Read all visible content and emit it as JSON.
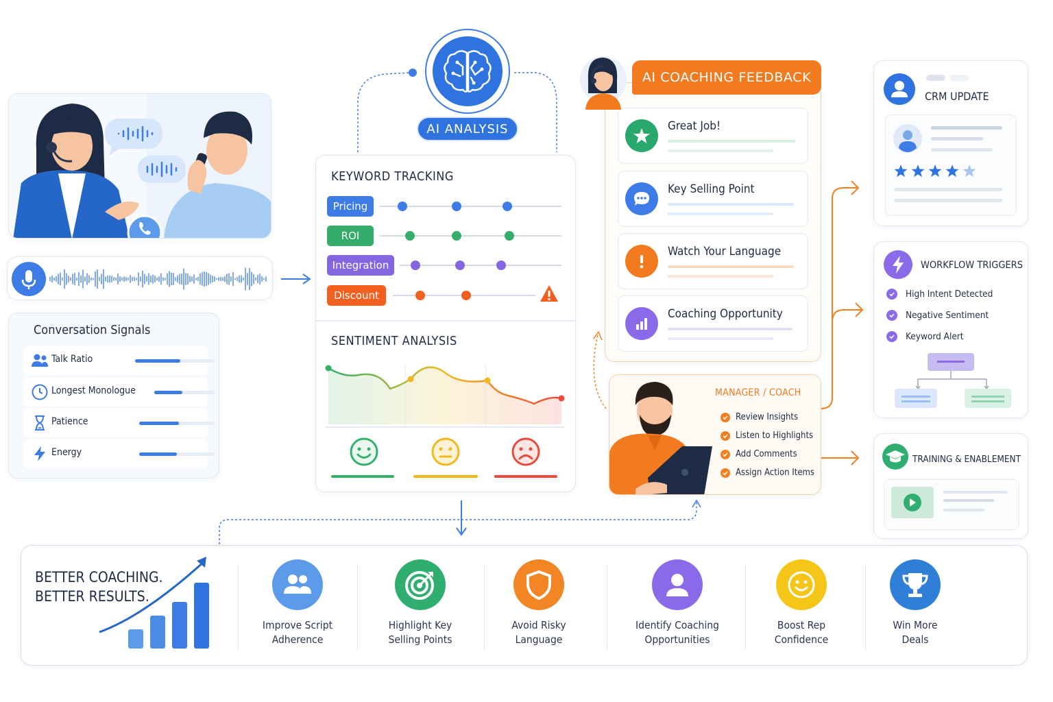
{
  "analysis": {
    "label": "AI ANALYSIS"
  },
  "coaching_feedback": {
    "header": "AI COACHING FEEDBACK",
    "items": [
      {
        "title": "Great Job!",
        "icon": "star-icon",
        "color": "#28a86c"
      },
      {
        "title": "Key Selling Point",
        "icon": "chat-bubble-icon",
        "color": "#3d7be6"
      },
      {
        "title": "Watch Your Language",
        "icon": "exclamation-icon",
        "color": "#f27a1f"
      },
      {
        "title": "Coaching Opportunity",
        "icon": "bar-chart-icon",
        "color": "#8a6ae8"
      }
    ]
  },
  "keyword_tracking": {
    "title": "KEYWORD TRACKING",
    "keywords": [
      {
        "label": "Pricing",
        "color": "#3d7be6"
      },
      {
        "label": "ROI",
        "color": "#35ad6a"
      },
      {
        "label": "Integration",
        "color": "#8366e0"
      },
      {
        "label": "Discount",
        "color": "#f2601f"
      }
    ]
  },
  "sentiment_analysis": {
    "title": "SENTIMENT ANALYSIS",
    "faces": [
      {
        "name": "happy-face-icon",
        "color": "#35b06a"
      },
      {
        "name": "neutral-face-icon",
        "color": "#f2b81f"
      },
      {
        "name": "sad-face-icon",
        "color": "#ea4a3c"
      }
    ]
  },
  "conversation_signals": {
    "title": "Conversation Signals",
    "items": [
      {
        "label": "Talk Ratio",
        "icon": "people-icon",
        "level": 0.57
      },
      {
        "label": "Longest Monologue",
        "icon": "clock-icon",
        "level": 0.47
      },
      {
        "label": "Patience",
        "icon": "hourglass-icon",
        "level": 0.53
      },
      {
        "label": "Energy",
        "icon": "lightning-icon",
        "level": 0.5
      }
    ]
  },
  "manager": {
    "title": "MANAGER / COACH",
    "items": [
      "Review Insights",
      "Listen to Highlights",
      "Add Comments",
      "Assign Action Items"
    ]
  },
  "crm": {
    "title": "CRM UPDATE",
    "rating": 4,
    "rating_max": 5
  },
  "workflow": {
    "title": "WORKFLOW TRIGGERS",
    "items": [
      "High Intent Detected",
      "Negative Sentiment",
      "Keyword Alert"
    ]
  },
  "training": {
    "title": "TRAINING & ENABLEMENT"
  },
  "results": {
    "headline_1": "BETTER COACHING.",
    "headline_2": "BETTER RESULTS.",
    "items": [
      {
        "line1": "Improve Script",
        "line2": "Adherence",
        "icon": "team-icon",
        "color": "#5b9be9"
      },
      {
        "line1": "Highlight Key",
        "line2": "Selling Points",
        "icon": "target-icon",
        "color": "#2fae6f"
      },
      {
        "line1": "Avoid Risky",
        "line2": "Language",
        "icon": "shield-icon",
        "color": "#f28524"
      },
      {
        "line1": "Identify Coaching",
        "line2": "Opportunities",
        "icon": "user-icon",
        "color": "#8a6ae8"
      },
      {
        "line1": "Boost Rep",
        "line2": "Confidence",
        "icon": "smiley-icon",
        "color": "#f5c518"
      },
      {
        "line1": "Win More",
        "line2": "Deals",
        "icon": "trophy-icon",
        "color": "#2f7fd6"
      }
    ]
  }
}
